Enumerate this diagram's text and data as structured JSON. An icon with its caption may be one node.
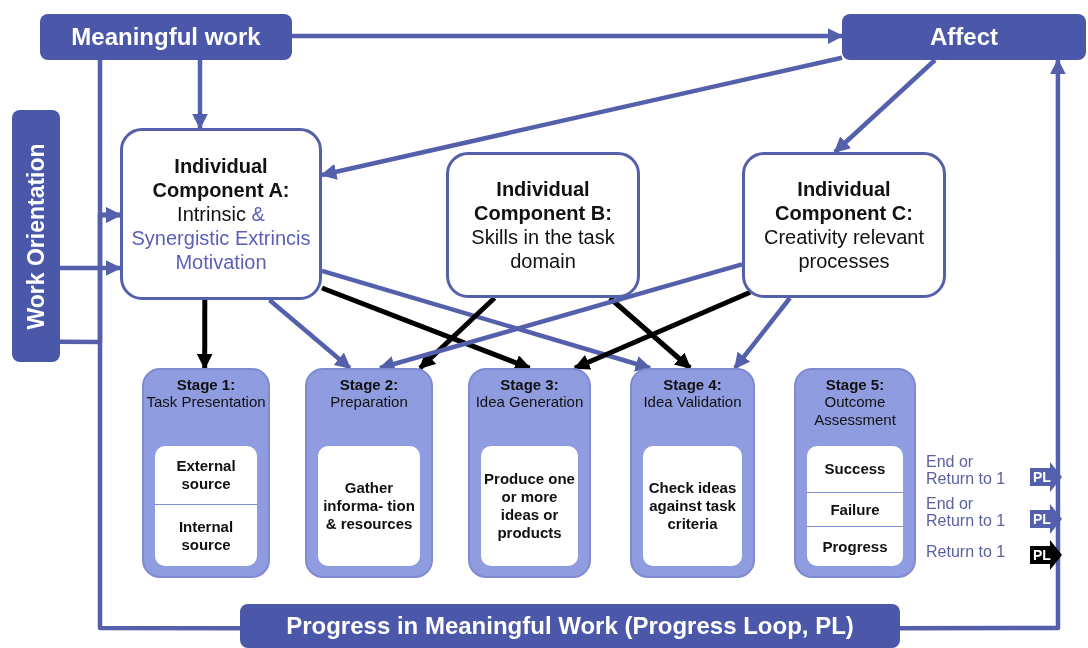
{
  "diagram": {
    "nodes": [
      {
        "text": [
          "Meaningful work"
        ]
      },
      {
        "text": [
          "Affect"
        ]
      },
      {
        "text": [
          "Work Orientation"
        ]
      },
      {
        "text": [
          "Individual Component A:",
          "Intrinsic",
          "& Synergistic Extrincis Motivation"
        ]
      },
      {
        "text": [
          "Individual Component B:",
          "Skills in the task domain"
        ]
      },
      {
        "text": [
          "Individual Component C:",
          "Creativity relevant processes"
        ]
      },
      {
        "text": [
          "Stage 1:",
          "Task Presentation"
        ]
      },
      {
        "text": [
          "External source"
        ],
        "in": 6
      },
      {
        "text": [
          "Internal source"
        ],
        "in": 6
      },
      {
        "text": [
          "Stage 2:",
          "Preparation"
        ]
      },
      {
        "text": [
          "Gather informa- tion & resources"
        ],
        "in": 9
      },
      {
        "text": [
          "Stage 3:",
          "Idea Generation"
        ]
      },
      {
        "text": [
          "Produce one or more ideas or products"
        ],
        "in": 11
      },
      {
        "text": [
          "Stage 4:",
          "Idea Validation"
        ]
      },
      {
        "text": [
          "Check ideas against task criteria"
        ],
        "in": 13
      },
      {
        "text": [
          "Stage 5:",
          "Outcome Assessment"
        ]
      },
      {
        "text": [
          "Success"
        ],
        "in": 15
      },
      {
        "text": [
          "Failure"
        ],
        "in": 15
      },
      {
        "text": [
          "Progress"
        ],
        "in": 15
      },
      {
        "text": [
          "PL"
        ],
        "beside": [
          "End or Return to 1"
        ]
      },
      {
        "text": [
          "PL"
        ],
        "beside": [
          "End or Return to 1"
        ]
      },
      {
        "text": [
          "PL"
        ],
        "beside": [
          "Return to 1"
        ]
      },
      {
        "text": [
          "Progress in Meaningful Work (Progress Loop, PL)"
        ]
      }
    ],
    "edges": [
      {
        "from": 0,
        "to": 1,
        "arrow": "to"
      },
      {
        "from": 0,
        "to": 3,
        "arrow": "to"
      },
      {
        "from": 0,
        "to": 3,
        "arrow": "to"
      },
      {
        "from": 22,
        "to": 3,
        "arrow": "to"
      },
      {
        "from": 22,
        "to": 1,
        "arrow": "to"
      },
      {
        "from": 2,
        "to": 3,
        "arrow": "to"
      },
      {
        "from": 2,
        "to": 3,
        "arrow": "to"
      },
      {
        "from": 1,
        "to": 3,
        "arrow": "to"
      },
      {
        "from": 1,
        "to": 5,
        "arrow": "to"
      },
      {
        "from": 3,
        "to": 6,
        "arrow": "to",
        "color": "#000000"
      },
      {
        "from": 3,
        "to": 9,
        "arrow": "to"
      },
      {
        "from": 3,
        "to": 11,
        "arrow": "to",
        "color": "#000000"
      },
      {
        "from": 3,
        "to": 13,
        "arrow": "to"
      },
      {
        "from": 4,
        "to": 9,
        "arrow": "to",
        "color": "#000000"
      },
      {
        "from": 4,
        "to": 13,
        "arrow": "to",
        "color": "#000000"
      },
      {
        "from": 5,
        "to": 9,
        "arrow": "to"
      },
      {
        "from": 5,
        "to": 11,
        "arrow": "to",
        "color": "#000000"
      },
      {
        "from": 5,
        "to": 13,
        "arrow": "to"
      }
    ]
  }
}
